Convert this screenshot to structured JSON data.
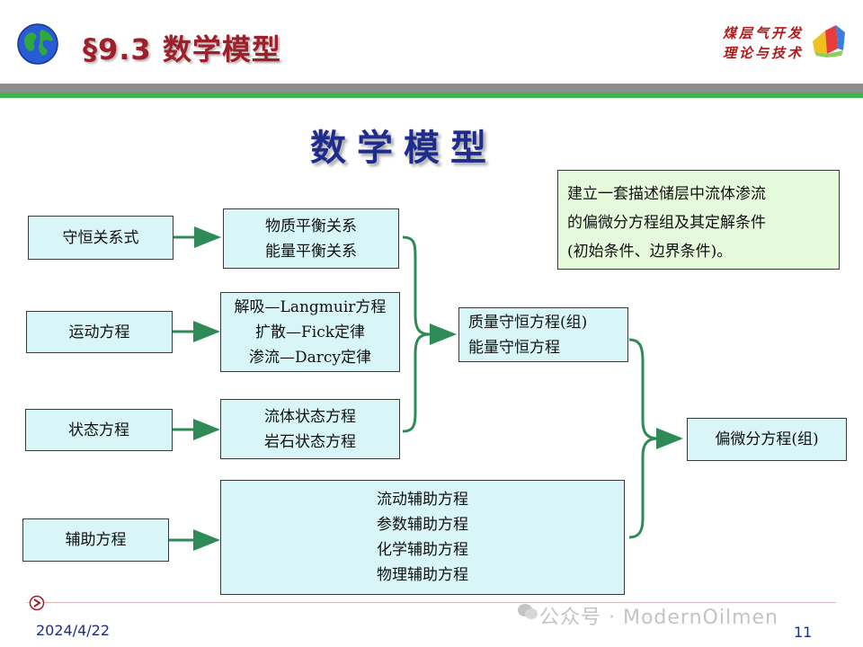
{
  "header": {
    "title": "§9.3  数学模型",
    "logo_line1": "煤层气开发",
    "logo_line2": "理论与技术",
    "icons": {
      "globe": "globe-icon",
      "logo": "book-logo-icon"
    }
  },
  "main_title": "数学模型",
  "note": {
    "line1": "建立一套描述储层中流体渗流",
    "line2": "的偏微分方程组及其定解条件",
    "line3": "(初始条件、边界条件)。"
  },
  "left_boxes": [
    {
      "label": "守恒关系式"
    },
    {
      "label": "运动方程"
    },
    {
      "label": "状态方程"
    },
    {
      "label": "辅助方程"
    }
  ],
  "middle_boxes": [
    {
      "lines": [
        "物质平衡关系",
        "能量平衡关系"
      ]
    },
    {
      "lines": [
        "解吸—Langmuir方程",
        "扩散—Fick定律",
        "渗流—Darcy定律"
      ]
    },
    {
      "lines": [
        "流体状态方程",
        "岩石状态方程"
      ]
    },
    {
      "lines": [
        "流动辅助方程",
        "参数辅助方程",
        "化学辅助方程",
        "物理辅助方程"
      ]
    }
  ],
  "conservation_box": {
    "line1": "质量守恒方程(组)",
    "line2": "能量守恒方程"
  },
  "final_box": {
    "label": "偏微分方程(组)"
  },
  "colors": {
    "arrow": "#2e8b57",
    "box_fill": "#d8f6f7",
    "note_fill": "#e4fadb",
    "title": "#1f2c8c",
    "header": "#9c1f2a"
  },
  "footer": {
    "date": "2024/4/22",
    "page": "11",
    "watermark": "公众号 · ModernOilmen"
  }
}
